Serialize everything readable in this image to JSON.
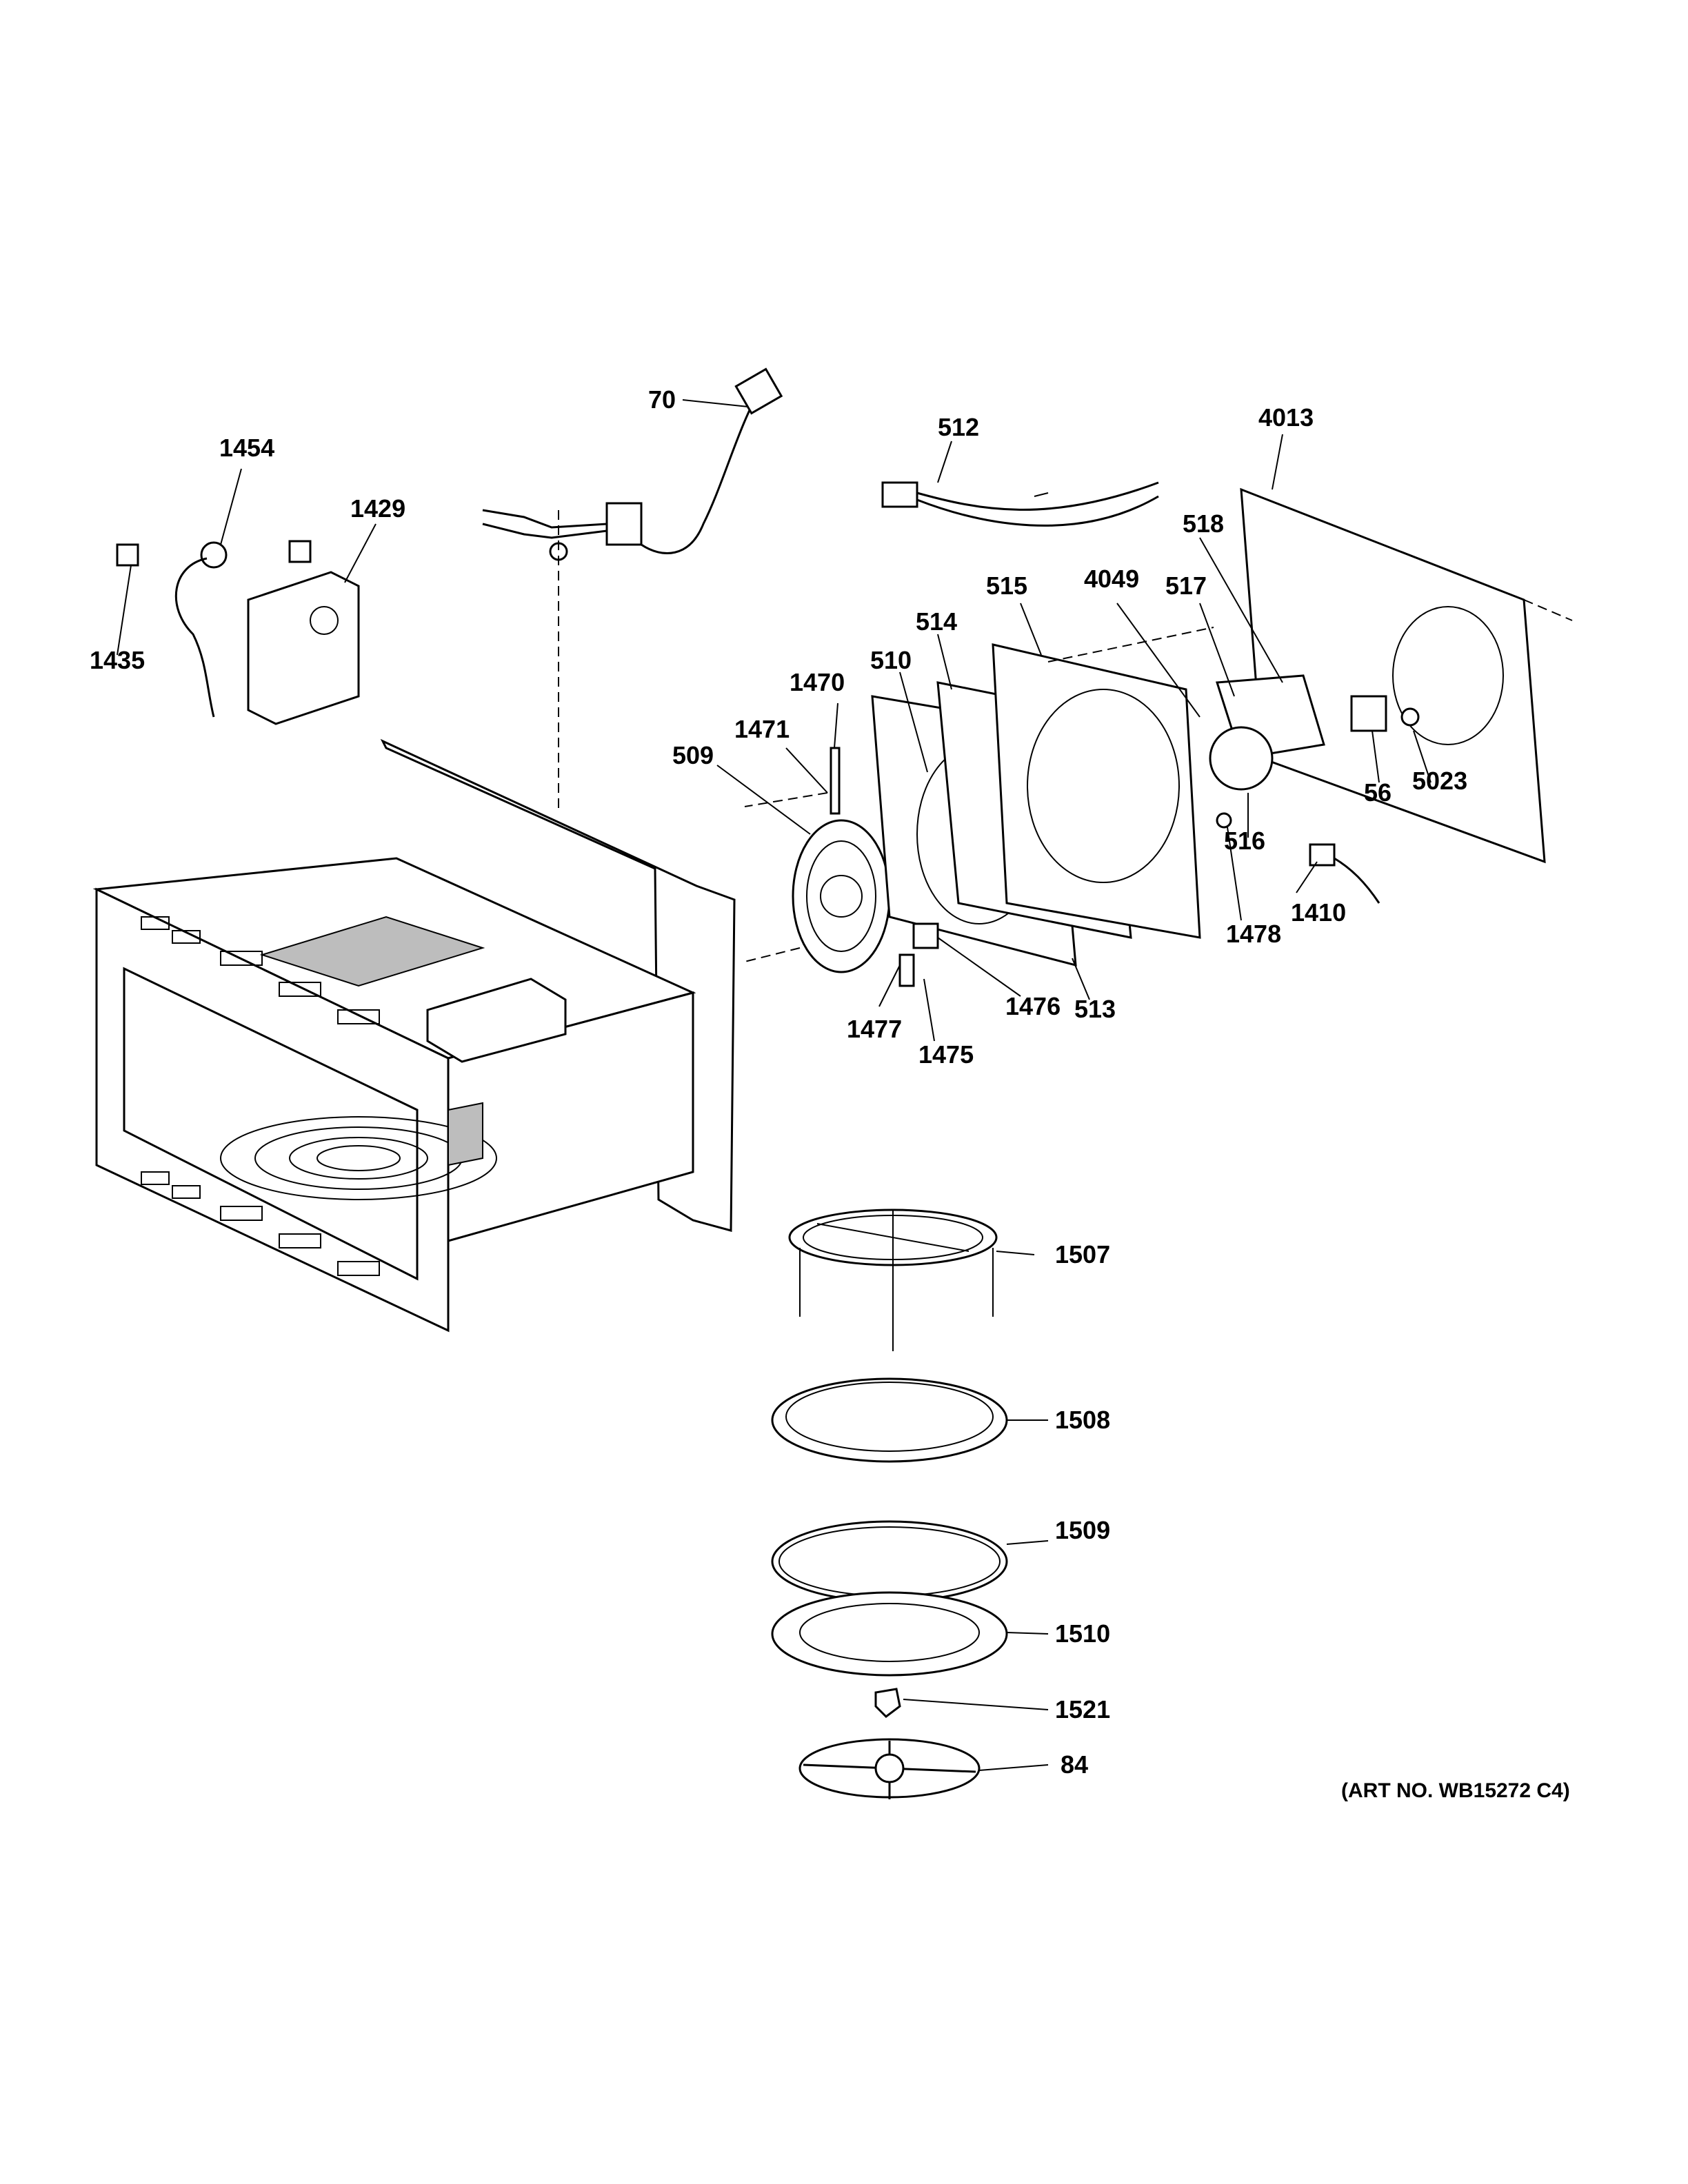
{
  "callouts": {
    "c70": "70",
    "c512": "512",
    "c4013": "4013",
    "c1454": "1454",
    "c1429": "1429",
    "c1435": "1435",
    "c518": "518",
    "c515": "515",
    "c4049": "4049",
    "c517": "517",
    "c514": "514",
    "c1470": "1470",
    "c510": "510",
    "c1471": "1471",
    "c509": "509",
    "c56": "56",
    "c5023": "5023",
    "c516": "516",
    "c1478": "1478",
    "c1410": "1410",
    "c1476": "1476",
    "c513": "513",
    "c1477": "1477",
    "c1475": "1475",
    "c1507": "1507",
    "c1508": "1508",
    "c1509": "1509",
    "c1510": "1510",
    "c1521": "1521",
    "c84": "84"
  },
  "art_number": "(ART NO. WB15272 C4)"
}
